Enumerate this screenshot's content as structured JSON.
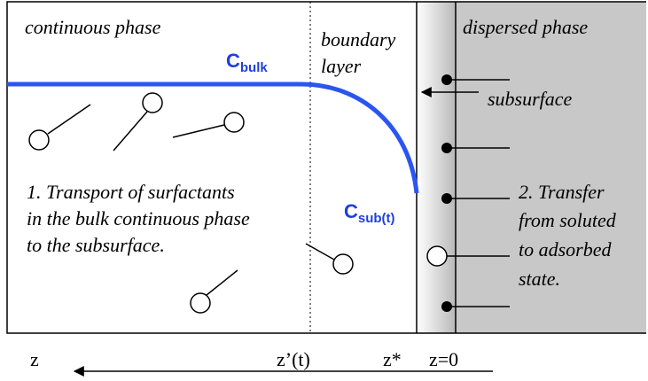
{
  "regions": {
    "continuous": "continuous phase",
    "boundary_line1": "boundary",
    "boundary_line2": "layer",
    "dispersed": "dispersed phase"
  },
  "concentration": {
    "bulk_main": "C",
    "bulk_sub": "bulk",
    "subsurface_main": "C",
    "subsurface_sub": "sub(t)"
  },
  "annotations": {
    "subsurface": "subsurface",
    "step1_line1": "1. Transport of surfactants",
    "step1_line2": "in the bulk continuous phase",
    "step1_line3": "to the subsurface.",
    "step2_line1": "2. Transfer",
    "step2_line2": "from soluted",
    "step2_line3": "to adsorbed",
    "step2_line4": "state."
  },
  "axis": {
    "z": "z",
    "z_prime": "z’(t)",
    "z_star": "z*",
    "z_zero": "z=0"
  },
  "colors": {
    "curve": "#2b55f0",
    "label": "#1f3fe0",
    "dispersed_fill": "#c8c8c8"
  }
}
